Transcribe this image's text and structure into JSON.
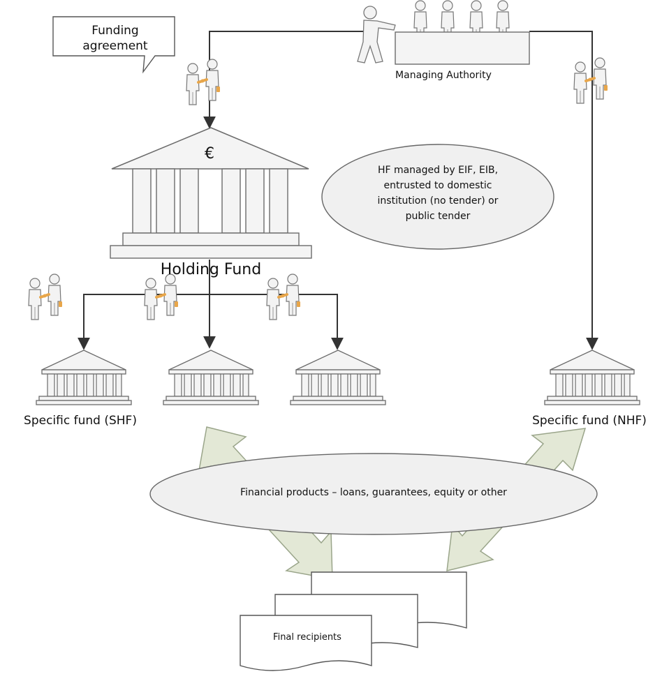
{
  "diagram": {
    "callout": {
      "line1": "Funding",
      "line2": "agreement"
    },
    "managing_authority": "Managing Authority",
    "holding_fund": {
      "label": "Holding Fund",
      "symbol": "€"
    },
    "hf_note": {
      "line1": "HF managed by EIF, EIB,",
      "line2": "entrusted to domestic",
      "line3": "institution (no tender) or",
      "line4": "public tender"
    },
    "specific_fund_shf": "Specific fund (SHF)",
    "specific_fund_nhf": "Specific fund (NHF)",
    "financial_products": "Financial products – loans, guarantees, equity or other",
    "final_recipients": "Final recipients",
    "icons": [
      "handshake-icon",
      "meeting-table-icon",
      "bank-building-icon",
      "document-stack-icon",
      "double-arrow-icon"
    ],
    "colors": {
      "building_fill": "#f4f4f4",
      "building_stroke": "#6b6b6b",
      "arrow_fill": "#e3e8d6",
      "arrow_stroke": "#9aa58a",
      "person_fill": "#f3f3f3",
      "hand_color": "#e8a64a",
      "line_color": "#333333",
      "ellipse_fill": "#f0f0f0"
    }
  }
}
